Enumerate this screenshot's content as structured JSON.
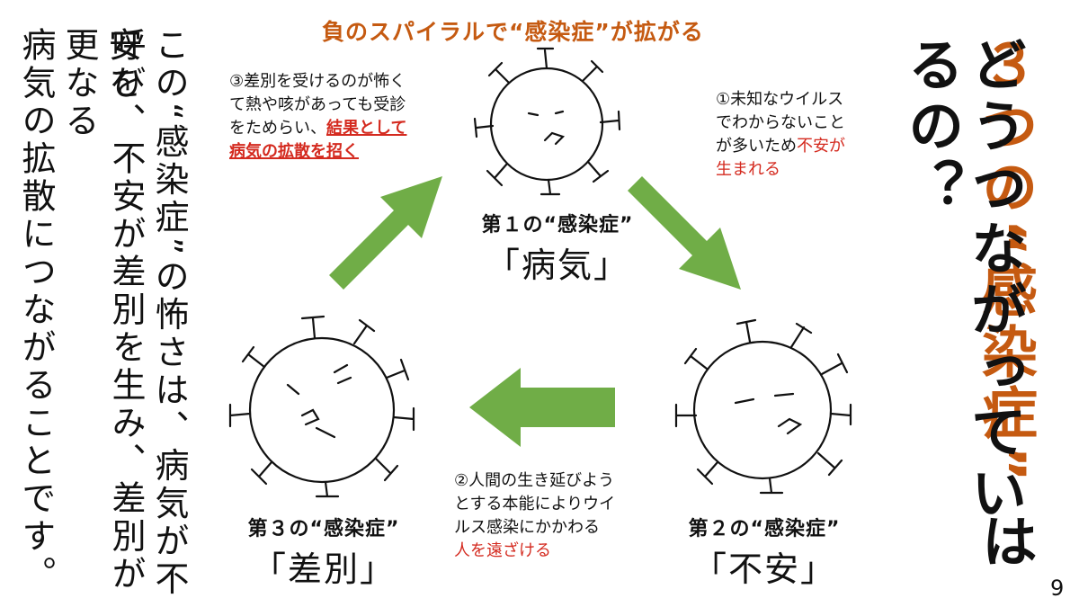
{
  "left_text": {
    "col1": "この“感染症”の怖さは、病気が不安を",
    "col2": "呼び、不安が差別を生み、差別が更なる",
    "col3": "病気の拡散につながることです。"
  },
  "top_title": "負のスパイラルで“感染症”が拡がる",
  "right_heading": {
    "line1_part1": "３つの",
    "line1_part2": "“感染症”",
    "line1_part3": "は",
    "line2": "どうつながっているの？"
  },
  "note3": {
    "line1": "③差別を受けるのが怖く",
    "line2": "て熱や咳があっても受診",
    "line3_plain": "をためらい、",
    "line3_red": "結果として",
    "line4_red": "病気の拡散を招く"
  },
  "note1": {
    "line1": "①未知なウイルス",
    "line2": "でわからないこと",
    "line3_plain": "が多いため",
    "line3_red": "不安が",
    "line4_red": "生まれる"
  },
  "note2": {
    "line1": "②人間の生き延びよう",
    "line2": "とする本能によりウイ",
    "line3": "ルス感染にかかわる",
    "line4_red": "人を遠ざける"
  },
  "stages": {
    "first_label": "第１の“感染症”",
    "first_name": "「病気」",
    "second_label": "第２の“感染症”",
    "second_name": "「不安」",
    "third_label": "第３の“感染症”",
    "third_name": "「差別」"
  },
  "page_number": "9",
  "colors": {
    "accent_orange": "#c55a11",
    "red": "#d42a1f",
    "arrow_green": "#70ad47"
  }
}
